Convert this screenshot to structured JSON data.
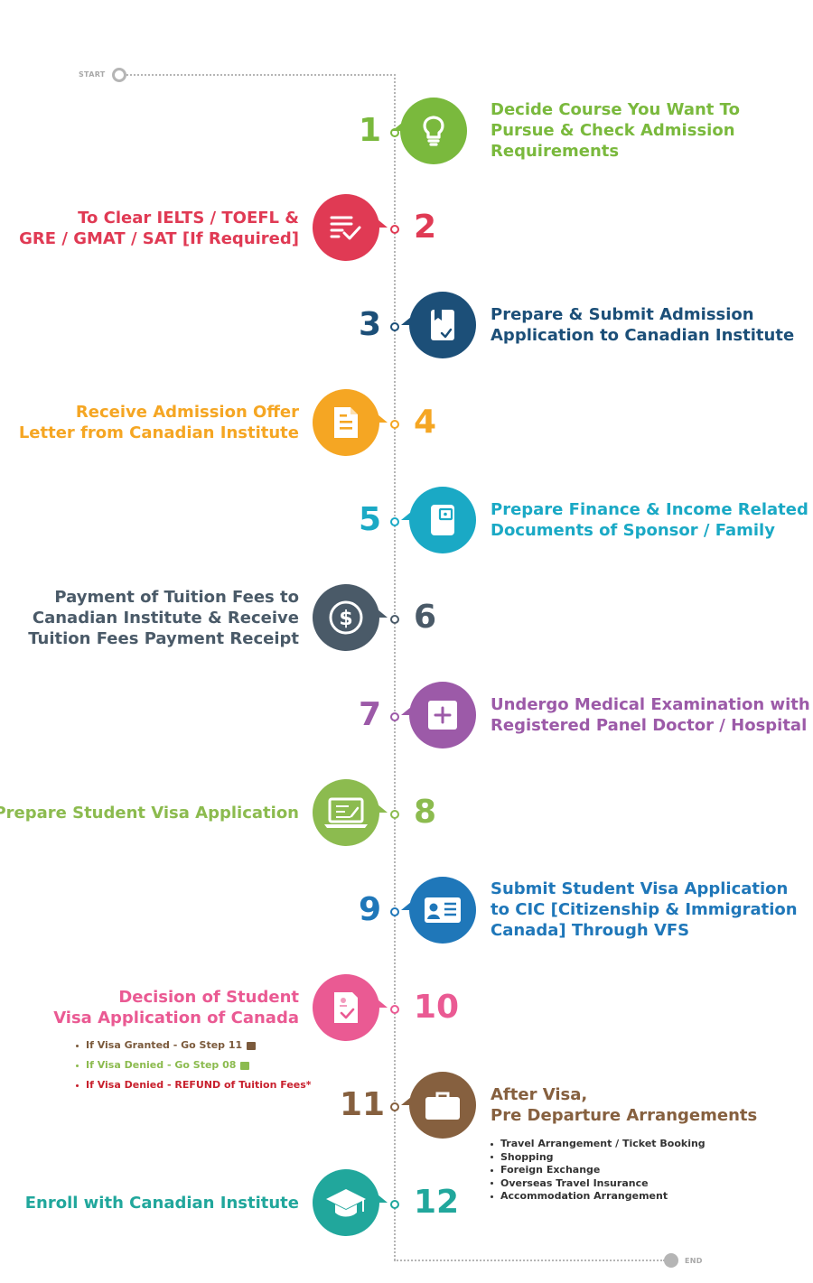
{
  "timeline": {
    "start_label": "START",
    "end_label": "END"
  },
  "steps": [
    {
      "number": "1",
      "color": "#7ab93d",
      "icon": "lightbulb-icon",
      "lines": [
        "Decide Course You Want To",
        "Pursue & Check Admission",
        "Requirements"
      ]
    },
    {
      "number": "2",
      "color": "#e03a54",
      "icon": "checklist-icon",
      "lines": [
        "To Clear IELTS / TOEFL &",
        "GRE / GMAT / SAT [If Required]"
      ]
    },
    {
      "number": "3",
      "color": "#1c4f78",
      "icon": "bookmark-document-icon",
      "lines": [
        "Prepare & Submit Admission",
        "Application to Canadian Institute"
      ]
    },
    {
      "number": "4",
      "color": "#f5a623",
      "icon": "document-icon",
      "lines": [
        "Receive Admission Offer",
        "Letter from Canadian Institute"
      ]
    },
    {
      "number": "5",
      "color": "#1aa9c5",
      "icon": "wallet-icon",
      "lines": [
        "Prepare Finance & Income Related",
        "Documents of Sponsor / Family"
      ]
    },
    {
      "number": "6",
      "color": "#4a5a68",
      "icon": "dollar-icon",
      "lines": [
        "Payment of Tuition Fees to",
        "Canadian Institute & Receive",
        "Tuition Fees Payment Receipt"
      ]
    },
    {
      "number": "7",
      "color": "#9c5aa8",
      "icon": "medical-plus-icon",
      "lines": [
        "Undergo Medical Examination with",
        "Registered Panel Doctor / Hospital"
      ]
    },
    {
      "number": "8",
      "color": "#8cbb4f",
      "icon": "laptop-icon",
      "lines": [
        "Prepare Student Visa Application"
      ]
    },
    {
      "number": "9",
      "color": "#1f77b9",
      "icon": "id-card-icon",
      "lines": [
        "Submit Student Visa Application",
        "to CIC [Citizenship & Immigration",
        "Canada] Through VFS"
      ]
    },
    {
      "number": "10",
      "color": "#ea5a93",
      "icon": "approved-document-icon",
      "lines": [
        "Decision of Student",
        "Visa Application of Canada"
      ],
      "outcomes": [
        {
          "text": "If Visa Granted - Go Step 11",
          "color": "#7b5a3c"
        },
        {
          "text": "If Visa Denied - Go Step 08",
          "color": "#8cbb4f"
        },
        {
          "text": "If Visa Denied - REFUND of Tuition Fees*",
          "color": "#c8202d"
        }
      ]
    },
    {
      "number": "11",
      "color": "#86603f",
      "icon": "briefcase-icon",
      "lines": [
        "After Visa,",
        "Pre Departure Arrangements"
      ],
      "items": [
        "Travel Arrangement / Ticket Booking",
        "Shopping",
        "Foreign Exchange",
        "Overseas Travel Insurance",
        "Accommodation Arrangement"
      ]
    },
    {
      "number": "12",
      "color": "#21a79c",
      "icon": "graduation-cap-icon",
      "lines": [
        "Enroll with Canadian Institute"
      ]
    }
  ]
}
